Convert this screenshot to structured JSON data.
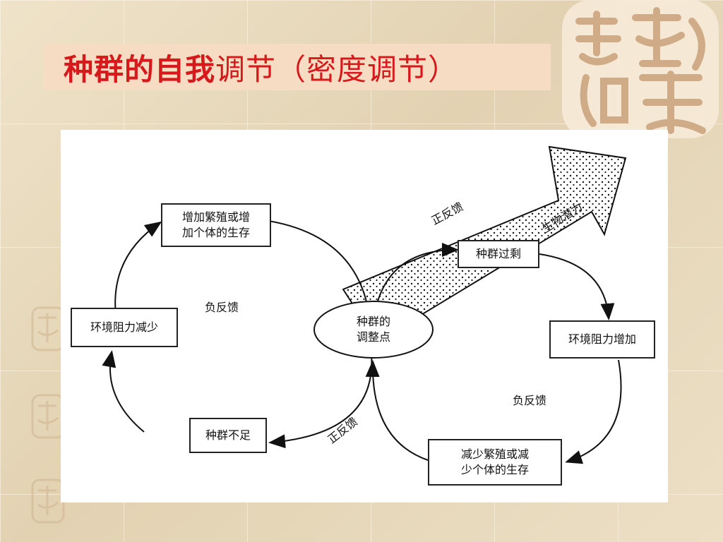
{
  "slide": {
    "title_bold": "种群的自我",
    "title_normal": "调节（密度调节）"
  },
  "diagram": {
    "boxes": {
      "increase_reproduction": [
        "增加繁殖或增",
        "加个体的生存"
      ],
      "env_resistance_decrease": "环境阻力减少",
      "population_shortage": "种群不足",
      "population_excess": "种群过剩",
      "env_resistance_increase": "环境阻力增加",
      "decrease_reproduction": [
        "减少繁殖或减",
        "少个体的生存"
      ]
    },
    "center": [
      "种群的",
      "调整点"
    ],
    "labels": {
      "negative_feedback_left": "负反馈",
      "negative_feedback_right": "负反馈",
      "positive_feedback_top": "正反馈",
      "positive_feedback_bottom": "正反馈",
      "biotic_potential": "生物潜力"
    }
  },
  "colors": {
    "title": "#d7191b",
    "title_bg": "#f7dcc4",
    "seal": "#c9a27a"
  }
}
